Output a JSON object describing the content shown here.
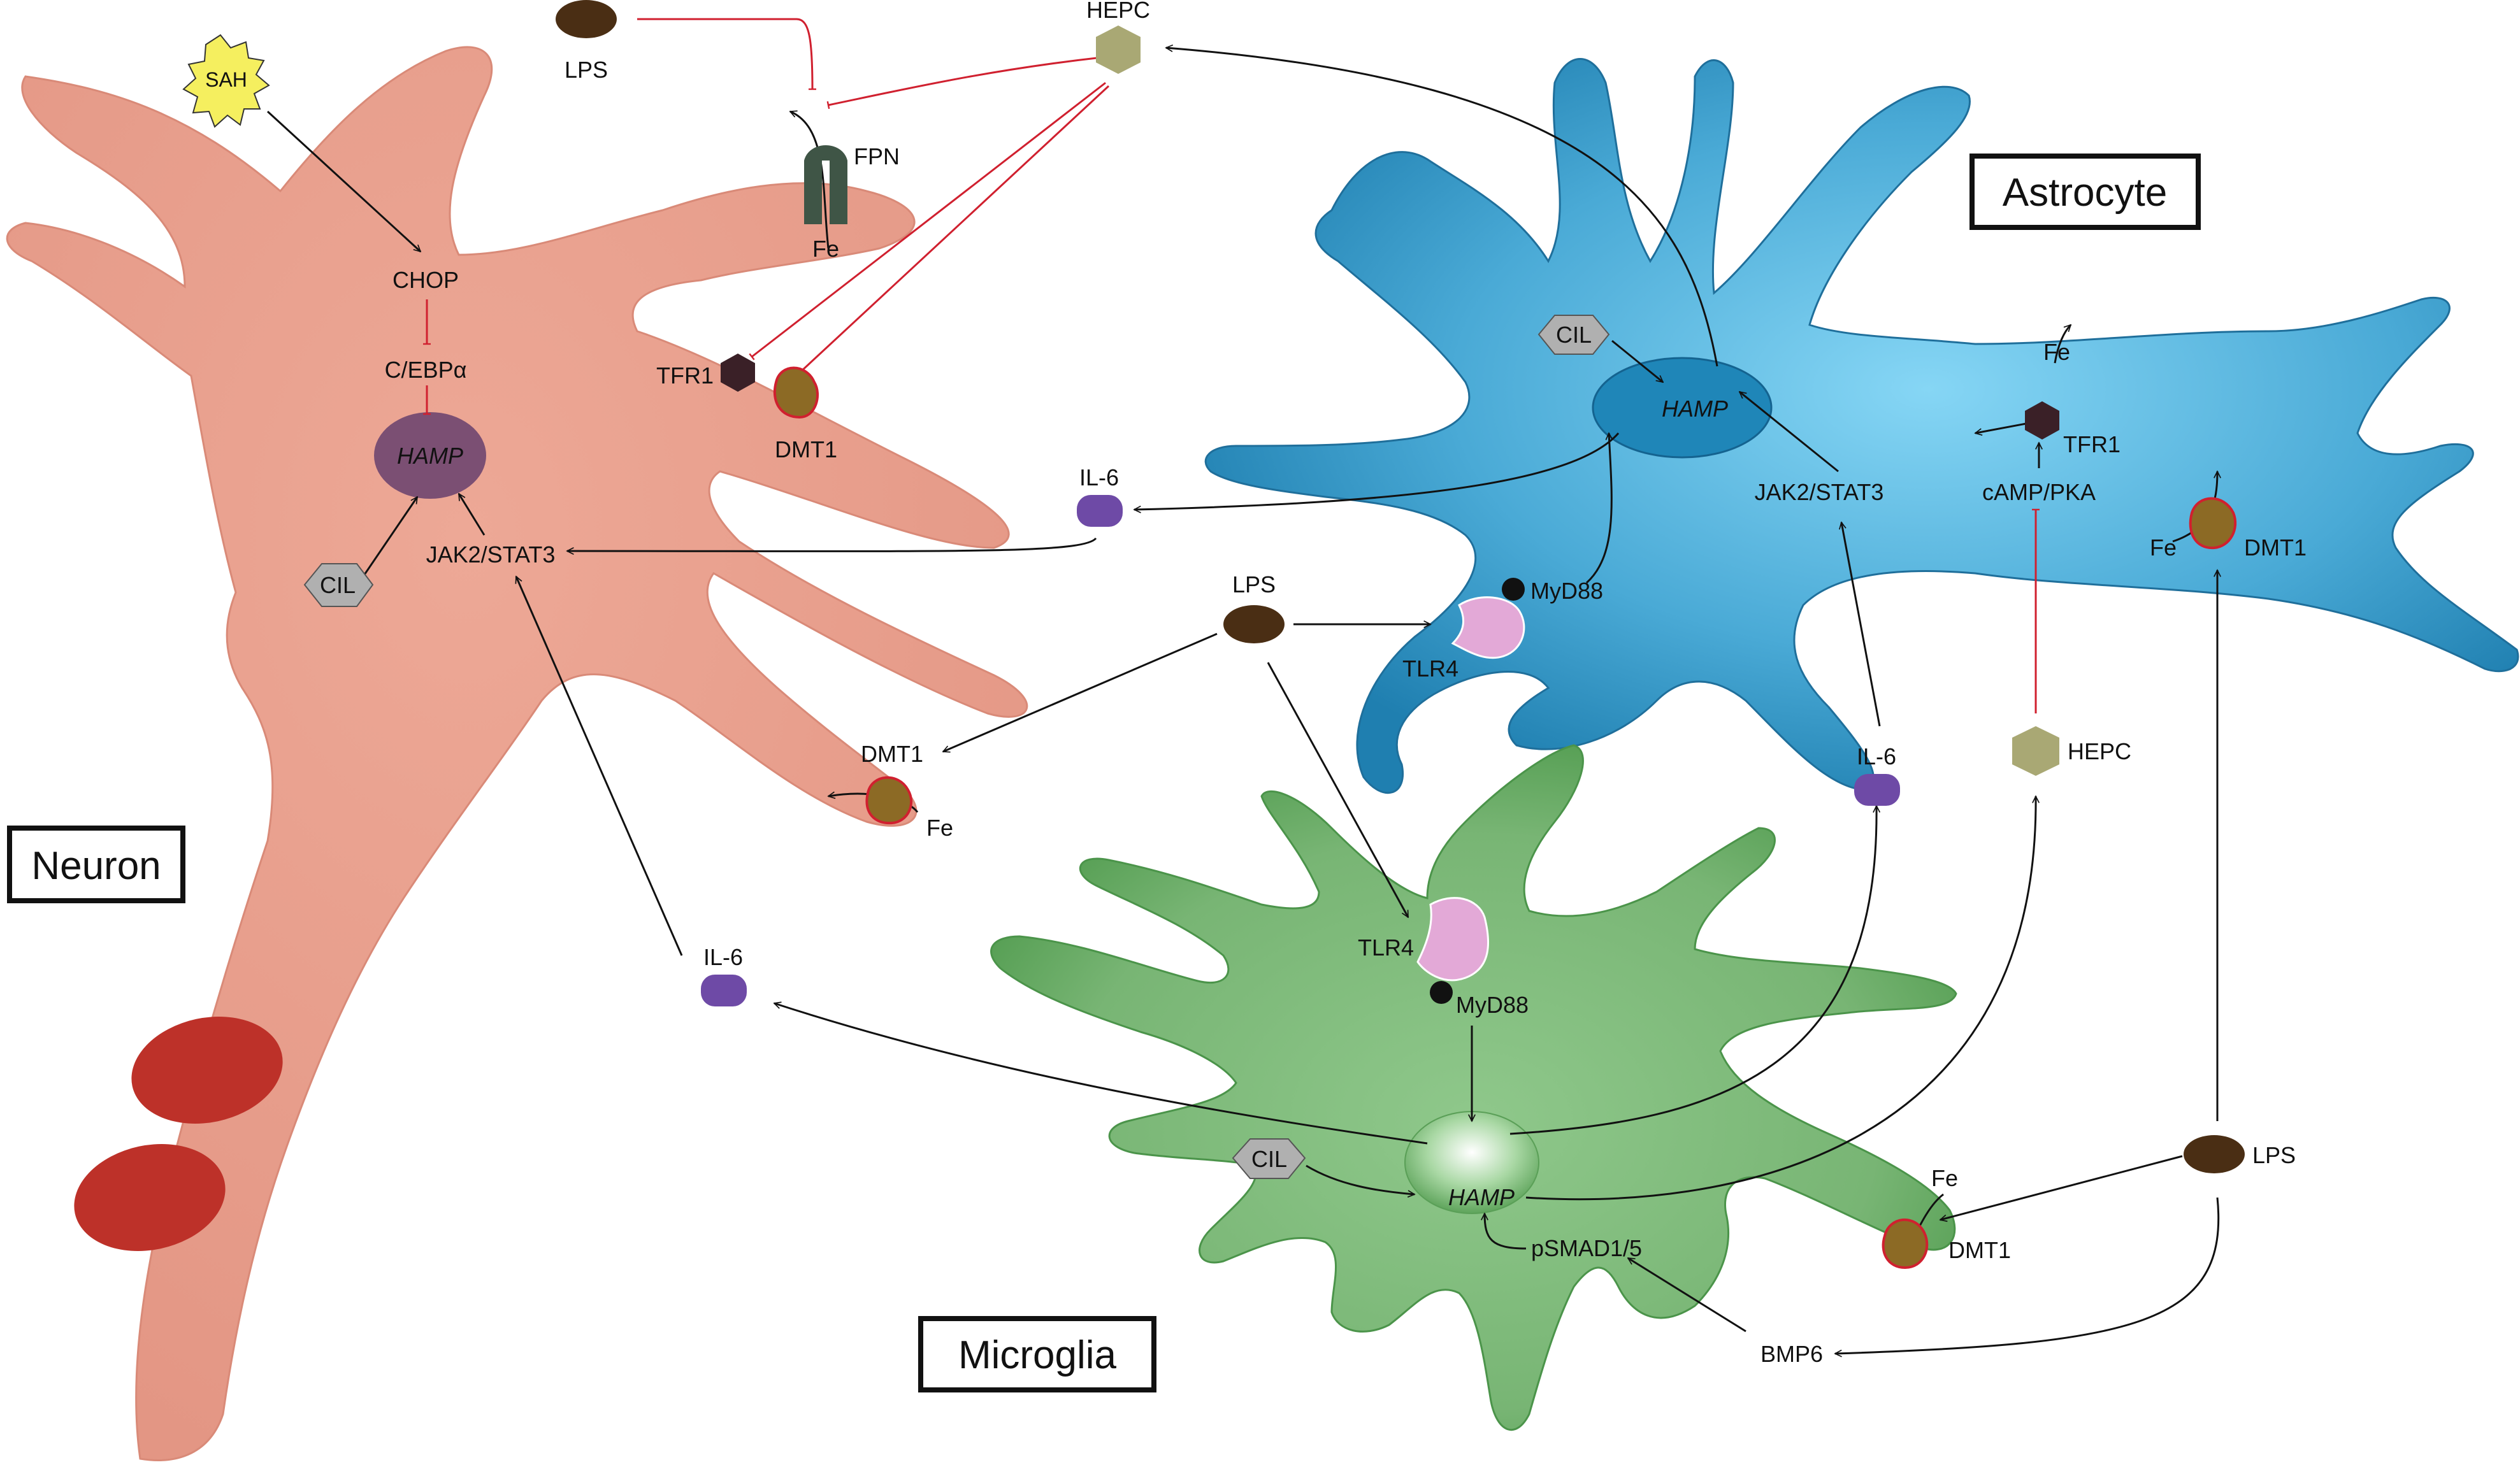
{
  "cells": {
    "neuron": "Neuron",
    "astrocyte": "Astrocyte",
    "microglia": "Microglia"
  },
  "neuron": {
    "sah": "SAH",
    "chop": "CHOP",
    "cebpa": "C/EBPα",
    "hamp": "HAMP",
    "cil": "CIL",
    "jak": "JAK2/STAT3",
    "tfr1": "TFR1",
    "dmt1_top": "DMT1",
    "dmt1_bottom": "DMT1",
    "fe_bottom": "Fe",
    "fpn": "FPN",
    "fe_top": "Fe"
  },
  "astrocyte": {
    "cil": "CIL",
    "hamp": "HAMP",
    "jak": "JAK2/STAT3",
    "myd88": "MyD88",
    "tlr4": "TLR4",
    "fe_top": "Fe",
    "tfr1": "TFR1",
    "camp": "cAMP/PKA",
    "fe_dmt": "Fe",
    "dmt1": "DMT1"
  },
  "microglia": {
    "tlr4": "TLR4",
    "myd88": "MyD88",
    "cil": "CIL",
    "hamp": "HAMP",
    "psmad": "pSMAD1/5",
    "bmp6": "BMP6",
    "fe": "Fe",
    "dmt1": "DMT1"
  },
  "extracellular": {
    "lps_top": "LPS",
    "hepc_top": "HEPC",
    "il6_neuron": "IL-6",
    "lps_center": "LPS",
    "il6_left": "IL-6",
    "il6_right": "IL-6",
    "hepc_right": "HEPC",
    "lps_right": "LPS"
  },
  "colors": {
    "neuron": "#e8a08e",
    "astrocyte": "#5fb3db",
    "microglia": "#7db777",
    "hamp_neuron": "#7b4f73",
    "hamp_astro": "#1f86b8",
    "inhibit": "#d0202f",
    "il6": "#6e4aa6",
    "lps": "#4a2e14",
    "hepc": "#a9a874",
    "dmt1": "#8c6a25",
    "tfr1": "#3a2027",
    "tlr4": "#e3a9d7",
    "fpn": "#3f5546",
    "axon_node": "#bd3129",
    "sah": "#f5ef5f"
  }
}
